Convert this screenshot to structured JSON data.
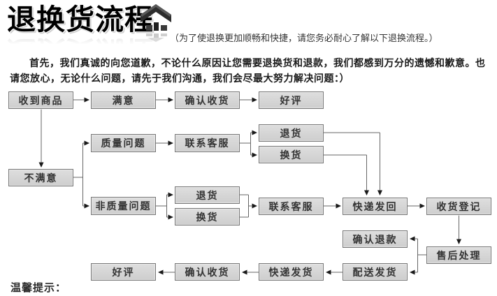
{
  "header": {
    "title": "退换货流程",
    "logo_icon": "house-arrow-icon",
    "subtitle": "（为了使退换更加顺畅和快捷，请您务必耐心了解以下退换流程。）"
  },
  "intro": {
    "text": "首先，我们真诚的向您道歉，不论什么原因让您需要退换货和退款，我们都感到万分的遗憾和歉意。也请您放心，无论什么问题，请先于我们沟通，我们会尽最大努力解决问题：）"
  },
  "flow": {
    "nodes": {
      "received": {
        "label": "收到商品"
      },
      "satisfied": {
        "label": "满意"
      },
      "confirm_receipt_top": {
        "label": "确认收货"
      },
      "good_review_top": {
        "label": "好评"
      },
      "quality_issue": {
        "label": "质量问题"
      },
      "contact_cs_quality": {
        "label": "联系客服"
      },
      "return_quality": {
        "label": "退货"
      },
      "exchange_quality": {
        "label": "换货"
      },
      "unsatisfied": {
        "label": "不满意"
      },
      "non_quality_issue": {
        "label": "非质量问题"
      },
      "return_nonquality": {
        "label": "退货"
      },
      "exchange_nonquality": {
        "label": "换货"
      },
      "contact_cs_nonquality": {
        "label": "联系客服"
      },
      "courier_return": {
        "label": "快递发回"
      },
      "receipt_registration": {
        "label": "收货登记"
      },
      "confirm_refund": {
        "label": "确认退款"
      },
      "aftersales": {
        "label": "售后处理"
      },
      "dispatch_ship": {
        "label": "配送发货"
      },
      "courier_ship": {
        "label": "快递发货"
      },
      "confirm_receipt_bottom": {
        "label": "确认收货"
      },
      "good_review_bottom": {
        "label": "好评"
      }
    }
  },
  "footer": {
    "tip_label": "温馨提示："
  },
  "colors": {
    "box_fill": "#d6d6d6",
    "box_border": "#767676",
    "connector_line": "#666666",
    "arrowhead": "#1a1a1a",
    "title_text": "#000000",
    "body_text": "#1a1a1a"
  }
}
